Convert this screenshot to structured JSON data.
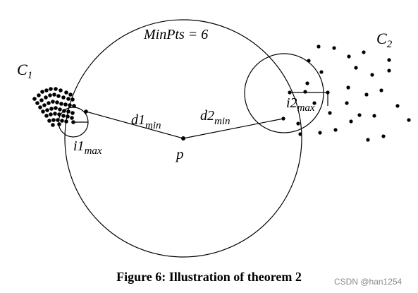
{
  "labels": {
    "minpts": "MinPts = 6",
    "c1": "C",
    "c1_sub": "1",
    "c2": "C",
    "c2_sub": "2",
    "d1": "d1",
    "d1_sub": "min",
    "d2": "d2",
    "d2_sub": "min",
    "i1": "i1",
    "i1_sub": "max",
    "i2": "i2",
    "i2_sub": "max",
    "p": "p"
  },
  "caption": "Figure 6: Illustration of theorem 2",
  "watermark": "CSDN @han1254"
}
